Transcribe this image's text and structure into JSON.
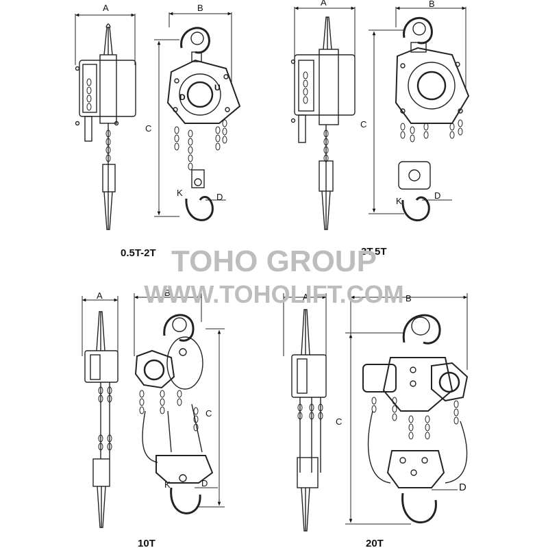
{
  "watermark": {
    "line1": "TOHO GROUP",
    "line2": "WWW.TOHOLIFT.COM",
    "color": "#bdbdbd"
  },
  "models": [
    {
      "caption": "0.5T-2T",
      "labels": {
        "a": "A",
        "b": "B",
        "c": "C",
        "d": "D",
        "k": "K"
      }
    },
    {
      "caption": "3T,5T",
      "labels": {
        "a": "A",
        "b": "B",
        "c": "C",
        "d": "D",
        "k": "K"
      }
    },
    {
      "caption": "10T",
      "labels": {
        "a": "A",
        "b": "B",
        "c": "C",
        "d": "D",
        "k": "K"
      }
    },
    {
      "caption": "20T",
      "labels": {
        "a": "A",
        "b": "B",
        "c": "C",
        "d": "D"
      }
    }
  ],
  "hoist_marks": {
    "down": "D",
    "up": "U"
  },
  "line_color": "#222222"
}
